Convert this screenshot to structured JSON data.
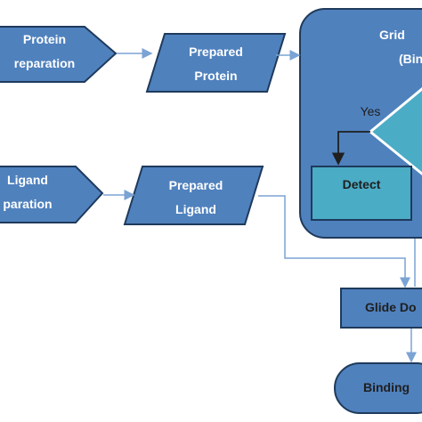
{
  "colors": {
    "shape_fill": "#4f81bd",
    "shape_stroke": "#1f3a5c",
    "container_fill": "#4f81bd",
    "teal_fill": "#4bacc6",
    "connector": "#7ba3d4",
    "dark_connector": "#1f1f1f"
  },
  "nodes": {
    "protein_preparation": {
      "line1": "Protein",
      "line2": "reparation"
    },
    "prepared_protein": {
      "line1": "Prepared",
      "line2": "Protein"
    },
    "grid_box": {
      "line1": "Grid",
      "line2": "(Bin"
    },
    "decision_yes": "Yes",
    "detect": "Detect",
    "ligand_preparation": {
      "line1": "Ligand",
      "line2": "paration"
    },
    "prepared_ligand": {
      "line1": "Prepared",
      "line2": "Ligand"
    },
    "glide_docking": "Glide Do",
    "binding": "Binding"
  }
}
